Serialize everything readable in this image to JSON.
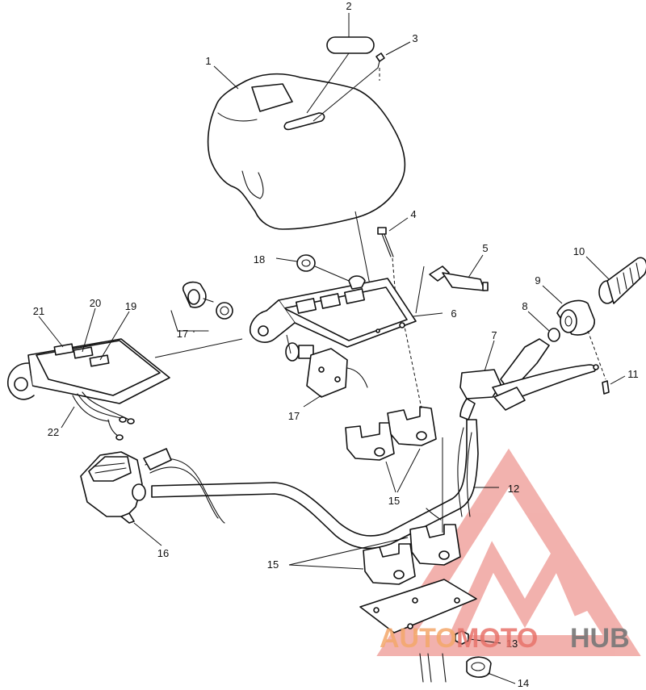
{
  "callouts": [
    {
      "id": "1",
      "label": "1"
    },
    {
      "id": "2",
      "label": "2"
    },
    {
      "id": "3",
      "label": "3"
    },
    {
      "id": "4",
      "label": "4"
    },
    {
      "id": "5",
      "label": "5"
    },
    {
      "id": "6",
      "label": "6"
    },
    {
      "id": "7",
      "label": "7"
    },
    {
      "id": "8",
      "label": "8"
    },
    {
      "id": "9",
      "label": "9"
    },
    {
      "id": "10",
      "label": "10"
    },
    {
      "id": "11",
      "label": "11"
    },
    {
      "id": "12",
      "label": "12"
    },
    {
      "id": "13",
      "label": "13"
    },
    {
      "id": "14",
      "label": "14"
    },
    {
      "id": "15a",
      "label": "15"
    },
    {
      "id": "15b",
      "label": "15"
    },
    {
      "id": "16",
      "label": "16"
    },
    {
      "id": "17a",
      "label": "17"
    },
    {
      "id": "17b",
      "label": "17"
    },
    {
      "id": "18",
      "label": "18"
    },
    {
      "id": "19",
      "label": "19"
    },
    {
      "id": "20",
      "label": "20"
    },
    {
      "id": "21",
      "label": "21"
    },
    {
      "id": "22",
      "label": "22"
    }
  ],
  "watermark": {
    "part1": "AUTO",
    "part2": "MOTO",
    "part3": "HUB",
    "colors": {
      "auto": "#f4a86a",
      "moto": "#e8736b",
      "hub": "#777777",
      "logo": "#e8736b"
    }
  }
}
